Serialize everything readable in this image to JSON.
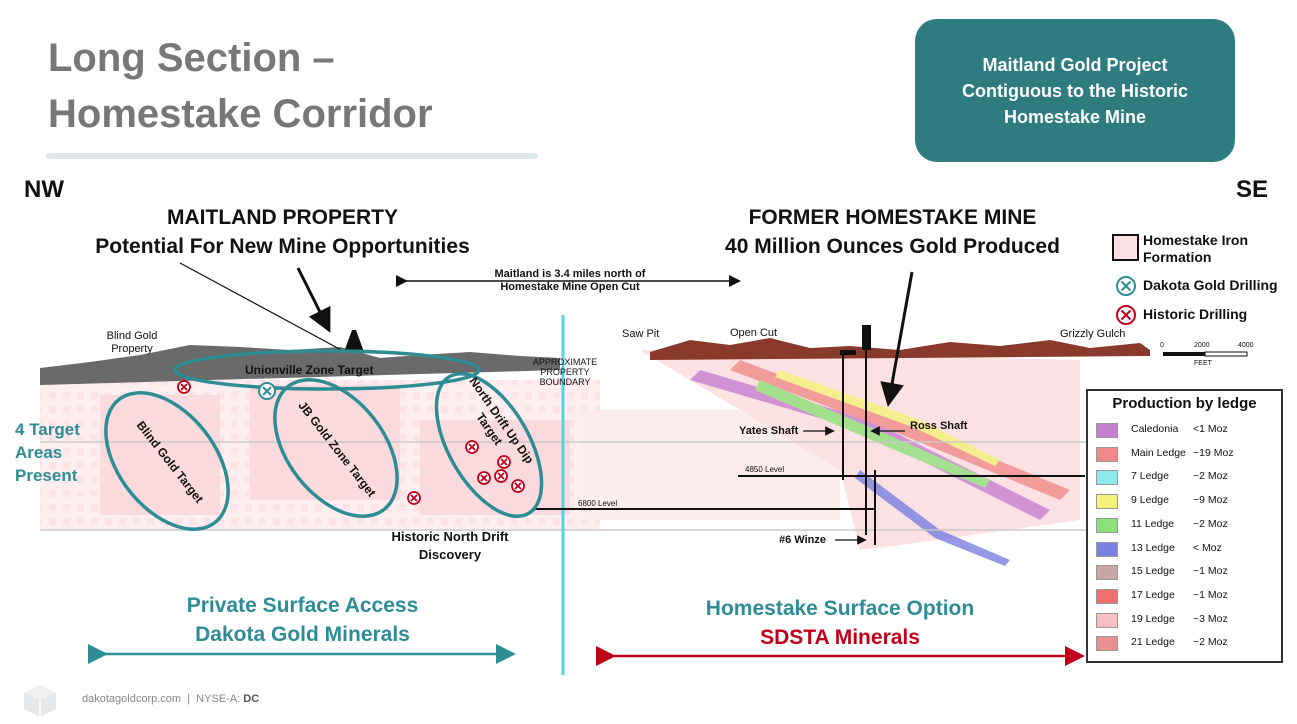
{
  "title": {
    "line1": "Long Section –",
    "line2": "Homestake Corridor"
  },
  "callout": {
    "text": "Maitland Gold Project Contiguous to the Historic Homestake Mine"
  },
  "directions": {
    "left": "NW",
    "right": "SE"
  },
  "maitland": {
    "title": "MAITLAND PROPERTY",
    "subtitle": "Potential For New Mine Opportunities"
  },
  "homestake": {
    "title": "FORMER HOMESTAKE MINE",
    "subtitle": "40 Million Ounces Gold Produced"
  },
  "distance_note": {
    "line1": "Maitland is 3.4 miles north of",
    "line2": "Homestake Mine Open Cut"
  },
  "key": {
    "iron_formation_line1": "Homestake Iron",
    "iron_formation_line2": "Formation",
    "dakota_drilling": "Dakota Gold Drilling",
    "historic_drilling": "Historic Drilling"
  },
  "surface_labels": {
    "blind_gold_property_line1": "Blind Gold",
    "blind_gold_property_line2": "Property",
    "saw_pit": "Saw Pit",
    "open_cut": "Open Cut",
    "grizzly_gulch": "Grizzly Gulch",
    "boundary_line1": "APPROXIMATE",
    "boundary_line2": "PROPERTY",
    "boundary_line3": "BOUNDARY"
  },
  "scale_bar": {
    "t0": "0",
    "t1": "2000",
    "t2": "4000",
    "unit": "FEET"
  },
  "targets": {
    "unionville": "Unionville Zone Target",
    "blind_gold": "Blind Gold Target",
    "jb_gold": "JB Gold Zone Target",
    "north_drift_line1": "North Drift Up Dip",
    "north_drift_line2": "Target"
  },
  "target_count": {
    "line1": "4 Target",
    "line2": "Areas",
    "line3": "Present"
  },
  "underground": {
    "yates_shaft": "Yates Shaft",
    "ross_shaft": "Ross Shaft",
    "level_4850": "4850 Level",
    "level_6800": "6800 Level",
    "winze": "#6 Winze",
    "historic_discovery_line1": "Historic North Drift",
    "historic_discovery_line2": "Discovery"
  },
  "bottom": {
    "left_line1": "Private Surface Access",
    "left_line2": "Dakota Gold Minerals",
    "right_line1": "Homestake Surface Option",
    "right_line2": "SDSTA Minerals"
  },
  "production": {
    "title": "Production by ledge",
    "rows": [
      {
        "name": "Caledonia",
        "value": "<1 Moz",
        "color": "#c77fd0"
      },
      {
        "name": "Main Ledge",
        "value": "~19 Moz",
        "color": "#f08a8a"
      },
      {
        "name": "7 Ledge",
        "value": "~2 Moz",
        "color": "#8fe8ee"
      },
      {
        "name": "9 Ledge",
        "value": "~9 Moz",
        "color": "#f4f27a"
      },
      {
        "name": "11 Ledge",
        "value": "~2 Moz",
        "color": "#8ee07a"
      },
      {
        "name": "13 Ledge",
        "value": "<  Moz",
        "color": "#7a7fe0"
      },
      {
        "name": "15 Ledge",
        "value": "~1 Moz",
        "color": "#c9a6a6"
      },
      {
        "name": "17 Ledge",
        "value": "~1 Moz",
        "color": "#f07070"
      },
      {
        "name": "19 Ledge",
        "value": "~3 Moz",
        "color": "#f6c0c0"
      },
      {
        "name": "21 Ledge",
        "value": "~2 Moz",
        "color": "#e99090"
      }
    ]
  },
  "footer": {
    "site": "dakotagoldcorp.com",
    "sep": "|",
    "exchange": "NYSE-A:",
    "ticker": "DC"
  },
  "colors": {
    "teal": "#2e8c94",
    "callout_bg": "#2e7b80",
    "red": "#c0001a",
    "title_gray": "#777777"
  }
}
